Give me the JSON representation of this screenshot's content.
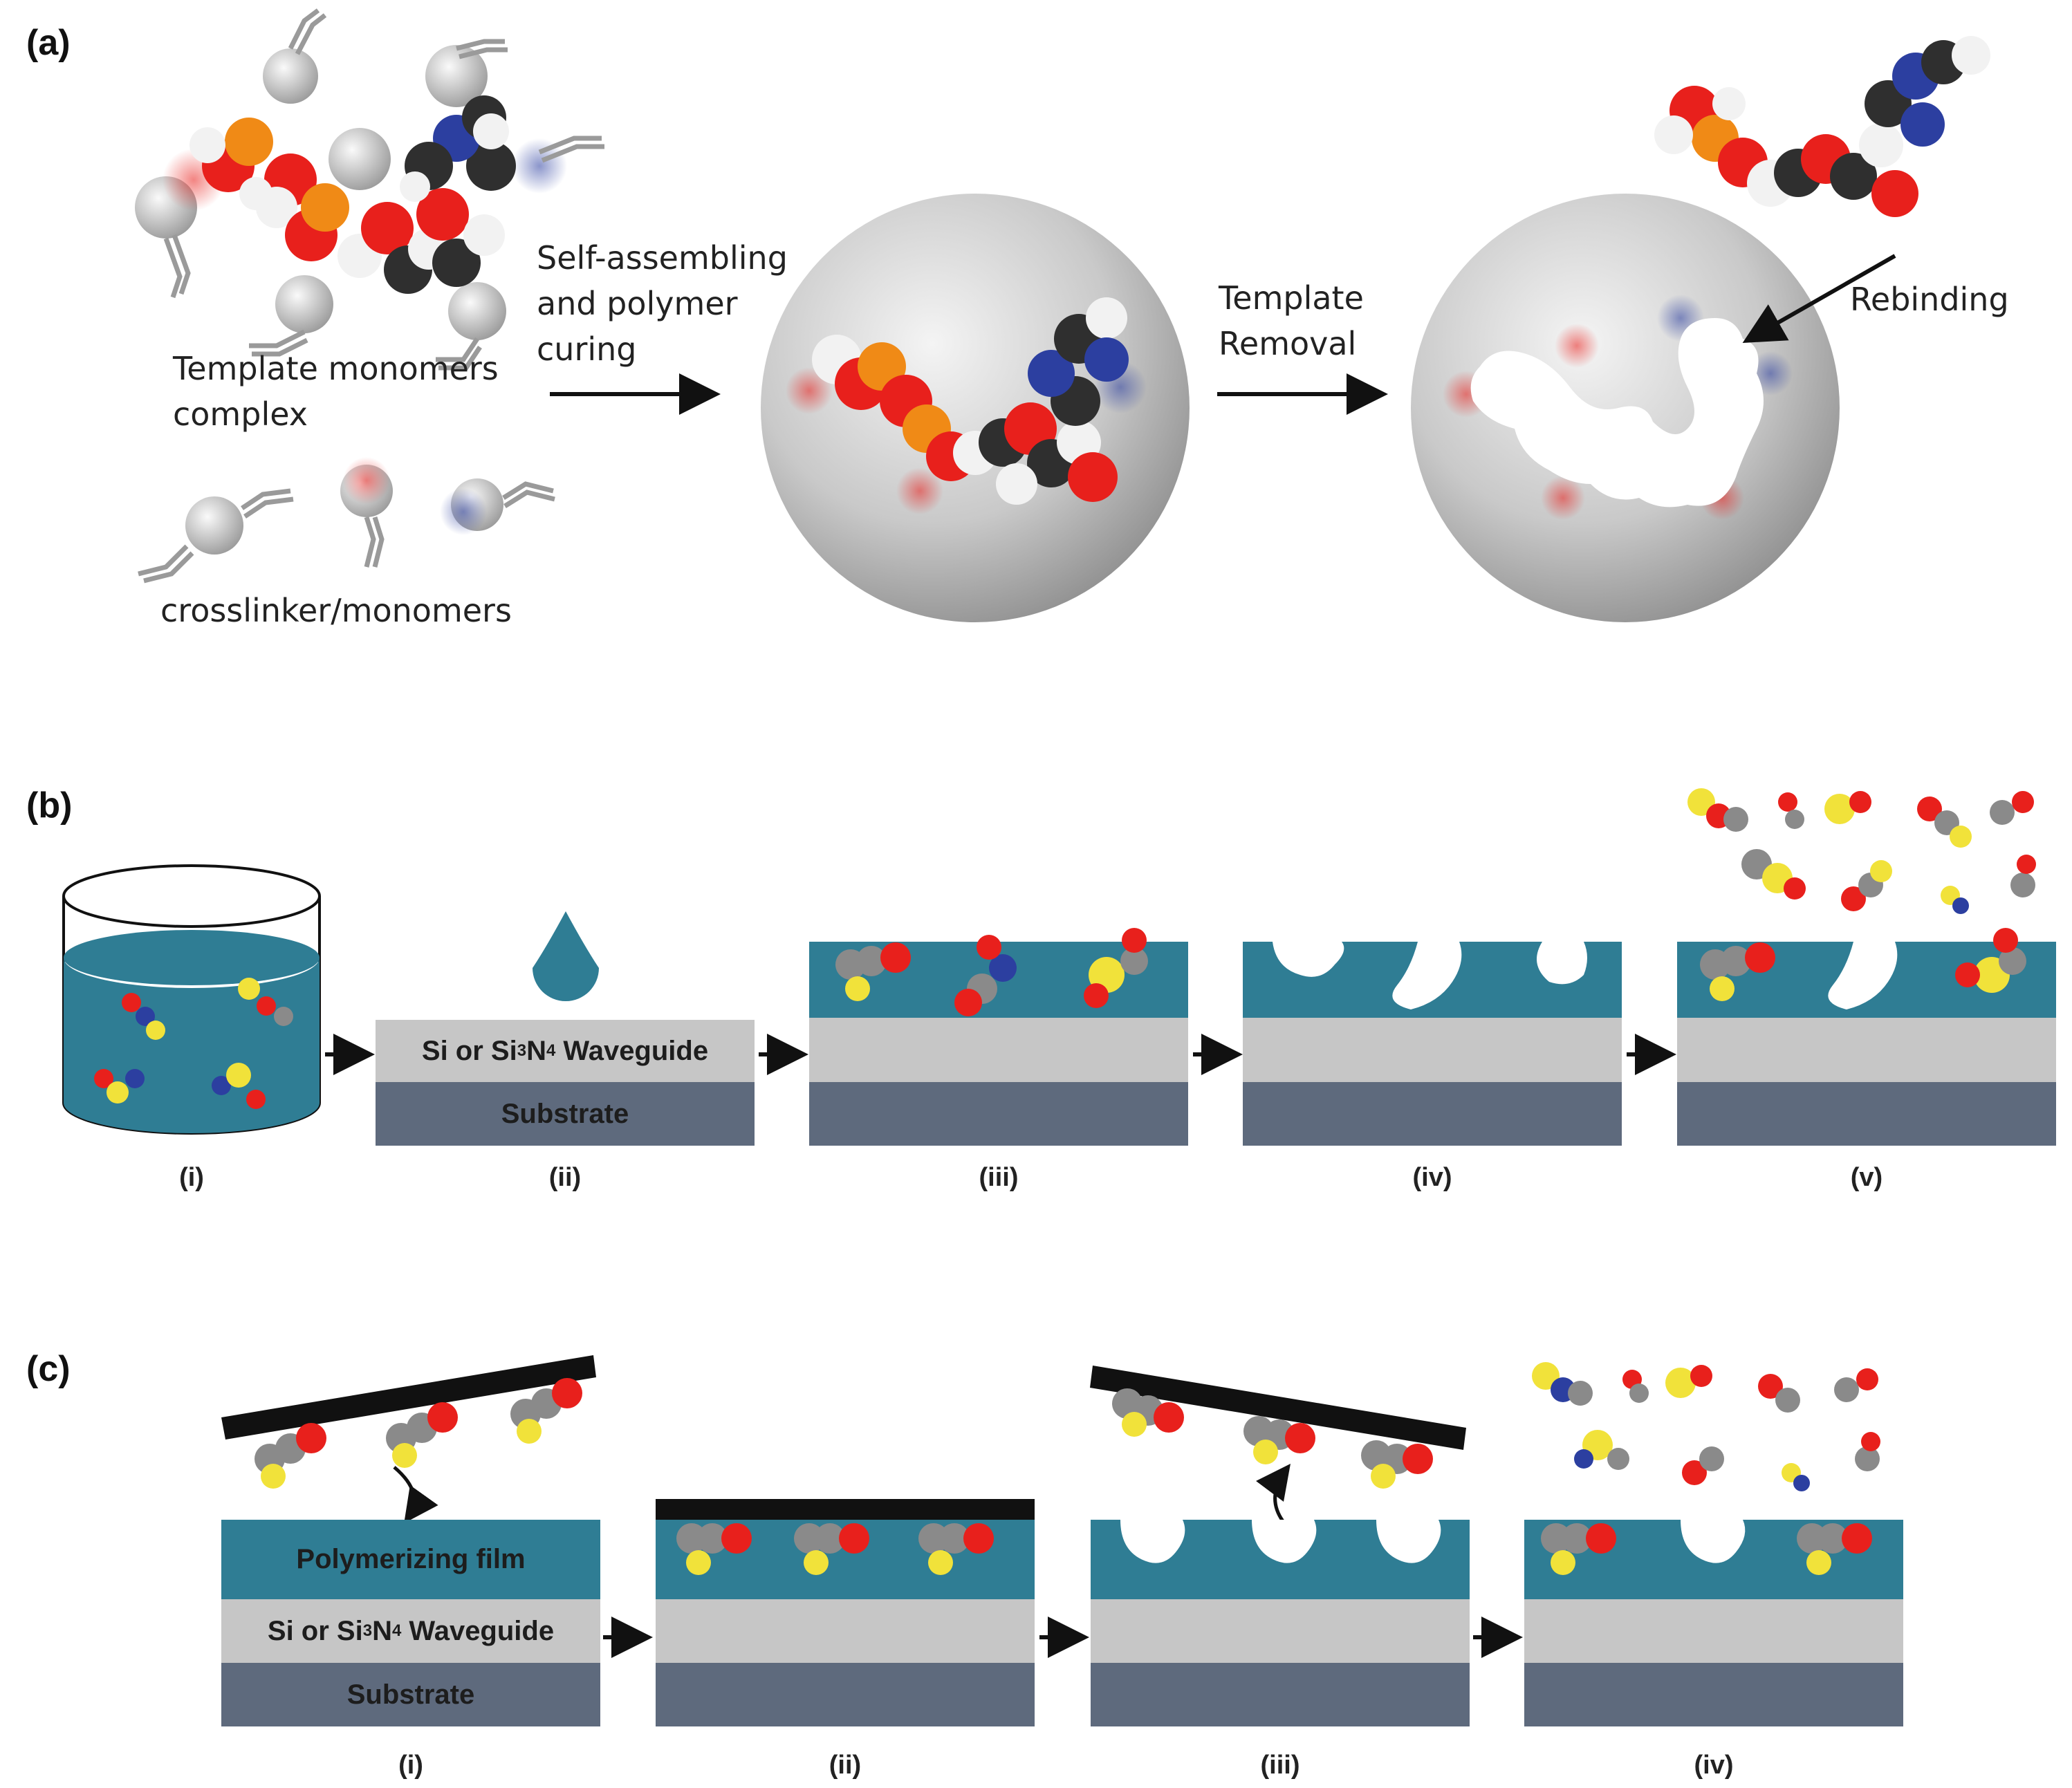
{
  "panels": {
    "a": {
      "label": "(a)",
      "template_complex": [
        "Template monomers",
        "complex"
      ],
      "crosslinker": "crosslinker/monomers",
      "step1": [
        "Self-assembling",
        "and polymer",
        "curing"
      ],
      "step2": [
        "Template",
        "Removal"
      ],
      "rebinding": "Rebinding"
    },
    "b": {
      "label": "(b)",
      "waveguide_pre": "Si or Si",
      "waveguide_sub1": "3",
      "waveguide_mid": "N",
      "waveguide_sub2": "4",
      "waveguide_post": " Waveguide",
      "substrate": "Substrate",
      "steps": [
        "(i)",
        "(ii)",
        "(iii)",
        "(iv)",
        "(v)"
      ]
    },
    "c": {
      "label": "(c)",
      "film": "Polymerizing film",
      "waveguide_pre": "Si or Si",
      "waveguide_sub1": "3",
      "waveguide_mid": "N",
      "waveguide_sub2": "4",
      "waveguide_post": " Waveguide",
      "substrate": "Substrate",
      "steps": [
        "(i)",
        "(ii)",
        "(iii)",
        "(iv)"
      ]
    }
  },
  "colors": {
    "film": "#2f7d94",
    "waveguide": "#c6c6c6",
    "substrate": "#5e6a7d",
    "oxygen": "#e8201c",
    "carbon": "#2f2f2f",
    "hydrogen": "#f2f2f2",
    "phosphorus": "#f08a16",
    "nitrogen": "#2c3fa0",
    "sulfur": "#f1e23a"
  }
}
